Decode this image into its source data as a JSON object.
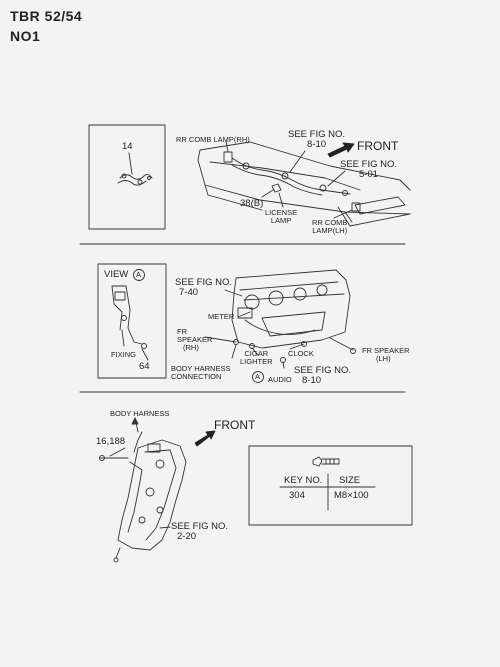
{
  "header": {
    "model": "TBR 52/54",
    "code": "NO1"
  },
  "section1": {
    "inset_part": "14",
    "rr_comb_lamp_rh": "RR COMB LAMP(RH)",
    "see_fig_8_10": [
      "SEE FIG NO.",
      "8-10"
    ],
    "front": "FRONT",
    "see_fig_5_01": [
      "SEE FIG NO.",
      "5-01"
    ],
    "part_38b": "38(B)",
    "license_lamp": [
      "LICENSE",
      "LAMP"
    ],
    "rr_comb_lamp_lh": [
      "RR COMB",
      "LAMP(LH)"
    ]
  },
  "section2": {
    "view": "VIEW",
    "view_letter": "A",
    "fixing": "FIXING",
    "part_64": "64",
    "see_fig_7_40": [
      "SEE FIG NO.",
      "7-40"
    ],
    "meter": "METER",
    "fr_speaker_rh": [
      "FR",
      "SPEAKER",
      "(RH)"
    ],
    "body_harness_connection": [
      "BODY HARNESS",
      "CONNECTION"
    ],
    "conn_letter": "A",
    "cigar_lighter": [
      "CIGAR",
      "LIGHTER"
    ],
    "clock": "CLOCK",
    "audio": "AUDIO",
    "see_fig_8_10": [
      "SEE FIG NO.",
      "8-10"
    ],
    "fr_speaker_lh": [
      "FR SPEAKER",
      "(LH)"
    ]
  },
  "section3": {
    "body_harness": "BODY HARNESS",
    "part_16_188": "16,188",
    "front": "FRONT",
    "see_fig_2_20": [
      "SEE FIG NO.",
      "2-20"
    ],
    "table": {
      "headers": [
        "KEY NO.",
        "SIZE"
      ],
      "rows": [
        [
          "304",
          "M8×100"
        ]
      ]
    }
  }
}
